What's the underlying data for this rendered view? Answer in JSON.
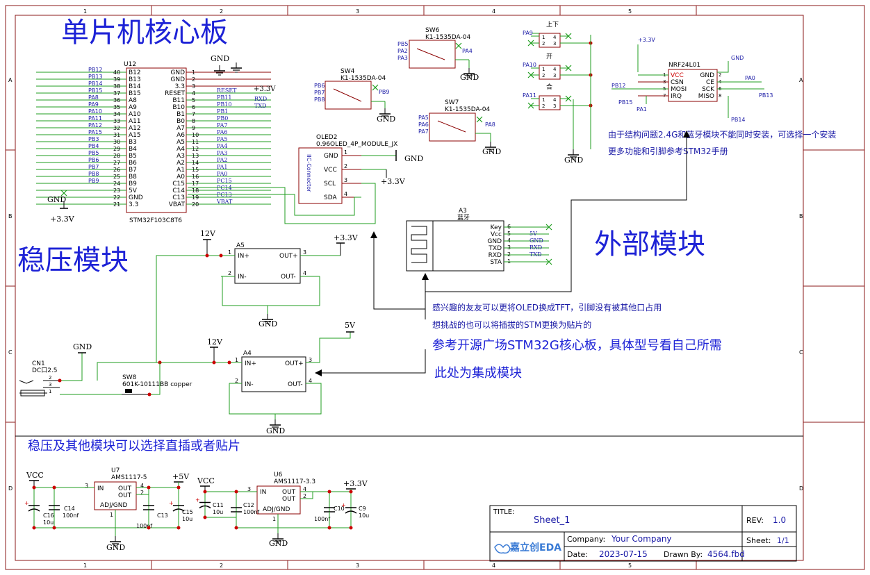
{
  "frame": {
    "cols": [
      "1",
      "2",
      "3",
      "4",
      "5"
    ],
    "rows": [
      "A",
      "B",
      "C",
      "D"
    ]
  },
  "sections": {
    "mcu_title": "单片机核心板",
    "reg_title": "稳压模块",
    "ext_title": "外部模块",
    "bottom_title": "稳压及其他模块可以选择直插或者贴片"
  },
  "notes": {
    "n1": "由于结构问题2.4G和蓝牙模块不能同时安装，可选择一个安装",
    "n2": "更多功能和引脚参考STM32手册",
    "n3": "感兴趣的友友可以更将OLED换成TFT，引脚没有被其他口占用",
    "n4": "想挑战的也可以将插拔的STM更换为贴片的",
    "n5": "参考开源广场STM32G核心板，具体型号看自己所需",
    "n6": "此处为集成模块"
  },
  "mcu": {
    "ref": "U12",
    "part": "STM32F103C8T6",
    "left_pins": [
      {
        "net": "PB12",
        "num": "40",
        "name": "B12"
      },
      {
        "net": "PB13",
        "num": "39",
        "name": "B13"
      },
      {
        "net": "PB14",
        "num": "38",
        "name": "B14"
      },
      {
        "net": "PB15",
        "num": "37",
        "name": "B15"
      },
      {
        "net": "PA8",
        "num": "36",
        "name": "A8"
      },
      {
        "net": "PA9",
        "num": "35",
        "name": "A9"
      },
      {
        "net": "PA10",
        "num": "34",
        "name": "A10"
      },
      {
        "net": "PA11",
        "num": "33",
        "name": "A11"
      },
      {
        "net": "PA12",
        "num": "32",
        "name": "A12"
      },
      {
        "net": "PA15",
        "num": "31",
        "name": "A15"
      },
      {
        "net": "PB3",
        "num": "30",
        "name": "B3"
      },
      {
        "net": "PB4",
        "num": "29",
        "name": "B4"
      },
      {
        "net": "PB5",
        "num": "28",
        "name": "B5"
      },
      {
        "net": "PB6",
        "num": "27",
        "name": "B6"
      },
      {
        "net": "PB7",
        "num": "26",
        "name": "B7"
      },
      {
        "net": "PB8",
        "num": "25",
        "name": "B8"
      },
      {
        "net": "PB9",
        "num": "24",
        "name": "B9"
      },
      {
        "net": "",
        "num": "23",
        "name": "5V"
      },
      {
        "net": "GND",
        "num": "22",
        "name": "GND"
      },
      {
        "net": "+3.3V",
        "num": "21",
        "name": "3.3"
      }
    ],
    "right_pins": [
      {
        "name": "GND",
        "num": "1",
        "net": ""
      },
      {
        "name": "GND",
        "num": "2",
        "net": ""
      },
      {
        "name": "3.3",
        "num": "3",
        "net": "+3.3V"
      },
      {
        "name": "RESET",
        "num": "4",
        "net": "RESET"
      },
      {
        "name": "B11",
        "num": "5",
        "net": "PB11"
      },
      {
        "name": "B10",
        "num": "6",
        "net": "PB10"
      },
      {
        "name": "B1",
        "num": "7",
        "net": "PB1"
      },
      {
        "name": "B0",
        "num": "8",
        "net": "PB0"
      },
      {
        "name": "A7",
        "num": "9",
        "net": "PA7"
      },
      {
        "name": "A6",
        "num": "10",
        "net": "PA6"
      },
      {
        "name": "A5",
        "num": "11",
        "net": "PA5"
      },
      {
        "name": "A4",
        "num": "12",
        "net": "PA4"
      },
      {
        "name": "A3",
        "num": "13",
        "net": "PA3"
      },
      {
        "name": "A2",
        "num": "14",
        "net": "PA2"
      },
      {
        "name": "A1",
        "num": "15",
        "net": "PA1"
      },
      {
        "name": "A0",
        "num": "16",
        "net": "PA0"
      },
      {
        "name": "C15",
        "num": "17",
        "net": "PC15"
      },
      {
        "name": "C14",
        "num": "18",
        "net": "PC14"
      },
      {
        "name": "C13",
        "num": "19",
        "net": "PC13"
      },
      {
        "name": "VBAT",
        "num": "20",
        "net": "VBAT"
      }
    ],
    "rxd": "RXD",
    "txd": "TXD",
    "gnd": "GND",
    "gnd2": "GND",
    "v33": "+3.3V"
  },
  "switches": {
    "sw6": {
      "ref": "SW6",
      "part": "K1-1535DA-04",
      "nets": [
        "PB5",
        "PA2",
        "PA3"
      ],
      "out": "PA4"
    },
    "sw4": {
      "ref": "SW4",
      "part": "K1-1535DA-04",
      "nets": [
        "PB6",
        "PB7",
        "PB8"
      ],
      "out": "PB9"
    },
    "sw7": {
      "ref": "SW7",
      "part": "K1-1535DA-04",
      "nets": [
        "PA5",
        "PA6",
        "PA7"
      ],
      "out": "PA8"
    },
    "gnd": "GND",
    "k_up": "上下",
    "k_open": "开",
    "k_close": "合",
    "k_nets": [
      "PA9",
      "PA10",
      "PA11"
    ]
  },
  "oled": {
    "ref": "OLED2",
    "part": "0.96OLED_4P_MODULE_JX",
    "side": "IIC-Connector",
    "pins": [
      {
        "name": "GND",
        "num": "1"
      },
      {
        "name": "VCC",
        "num": "2"
      },
      {
        "name": "SCL",
        "num": "3"
      },
      {
        "name": "SDA",
        "num": "4"
      }
    ],
    "gnd": "GND",
    "v33": "+3.3V"
  },
  "nrf": {
    "ref": "NRF24L01",
    "v33": "+3.3V",
    "gnd": "GND",
    "left": [
      {
        "name": "VCC",
        "num": "1"
      },
      {
        "name": "CSN",
        "num": "3"
      },
      {
        "name": "MOSI",
        "num": "5"
      },
      {
        "name": "IRQ",
        "num": "7"
      }
    ],
    "right": [
      {
        "name": "GND",
        "num": "2"
      },
      {
        "name": "CE",
        "num": "4"
      },
      {
        "name": "SCK",
        "num": "6"
      },
      {
        "name": "MISO",
        "num": "8"
      }
    ],
    "nets": {
      "pb12": "PB12",
      "pb15": "PB15",
      "pa1": "PA1",
      "pa0": "PA0",
      "pb13": "PB13",
      "pb14": "PB14"
    }
  },
  "bt": {
    "ref": "A3",
    "name": "蓝牙",
    "pins": [
      {
        "name": "Key",
        "num": "6",
        "net": ""
      },
      {
        "name": "Vcc",
        "num": "5",
        "net": "5V"
      },
      {
        "name": "GND",
        "num": "4",
        "net": "GND"
      },
      {
        "name": "TXD",
        "num": "3",
        "net": "RXD"
      },
      {
        "name": "RXD",
        "num": "2",
        "net": "TXD"
      },
      {
        "name": "STA",
        "num": "1",
        "net": ""
      }
    ]
  },
  "reg": {
    "a5": {
      "ref": "A5",
      "in_p": "IN+",
      "in_m": "IN-",
      "out_p": "OUT+",
      "out_m": "OUT-",
      "pins": [
        "1",
        "2",
        "3",
        "4"
      ]
    },
    "a4": {
      "ref": "A4",
      "in_p": "IN+",
      "in_m": "IN-",
      "out_p": "OUT+",
      "out_m": "OUT-",
      "pins": [
        "1",
        "2",
        "3",
        "4"
      ]
    },
    "v12a": "12V",
    "v12b": "12V",
    "v33": "+3.3V",
    "v5": "5V",
    "gnd_a": "GND",
    "gnd_b": "GND",
    "gnd_c": "GND",
    "cn1_ref": "CN1",
    "cn1_part": "DC口2.5",
    "cn_pins": [
      "2",
      "3",
      "1"
    ],
    "sw8_ref": "SW8",
    "sw8_part": "601K-10111BB copper"
  },
  "ldo": {
    "u7": {
      "ref": "U7",
      "part": "AMS1117-5",
      "in": "IN",
      "out1": "OUT",
      "out2": "OUT",
      "adj": "ADJ/GND",
      "pin_in": "3",
      "pin_o1": "4",
      "pin_o2": "2",
      "pin_adj": "1"
    },
    "u6": {
      "ref": "U6",
      "part": "AMS1117-3.3",
      "in": "IN",
      "out1": "OUT",
      "out2": "OUT",
      "adj": "ADJ/GND",
      "pin_in": "3",
      "pin_o1": "4",
      "pin_o2": "2",
      "pin_adj": "1"
    },
    "vcc1": "VCC",
    "vcc2": "VCC",
    "p5v": "+5V",
    "p33": "+3.3V",
    "gnd1": "GND",
    "gnd2": "GND",
    "caps": {
      "c14": {
        "ref": "C14",
        "val": "100nf"
      },
      "c16": {
        "ref": "C16",
        "val": "10u"
      },
      "c13": {
        "ref": "C13",
        "val": "100nf"
      },
      "c15": {
        "ref": "C15",
        "val": "10u"
      },
      "c11": {
        "ref": "C11",
        "val": "10u"
      },
      "c12": {
        "ref": "C12",
        "val": "100nf"
      },
      "c10": {
        "ref": "C10",
        "val": "100nf"
      },
      "c9": {
        "ref": "C9",
        "val": "10u"
      }
    }
  },
  "title_block": {
    "title_label": "TITLE:",
    "title": "Sheet_1",
    "rev_label": "REV:",
    "rev": "1.0",
    "company_label": "Company:",
    "company": "Your Company",
    "sheet_label": "Sheet:",
    "sheet": "1/1",
    "date_label": "Date:",
    "date": "2023-07-15",
    "drawn_label": "Drawn By:",
    "drawn": "4564.fbd",
    "logo": "嘉立创EDA"
  },
  "colors": {
    "wire": "#1f9e1f",
    "pin": "#8b0000",
    "label": "#1a1aa6",
    "dark": "#000000",
    "title_blue": "#1d22d6",
    "frame": "#8b1a1a"
  }
}
